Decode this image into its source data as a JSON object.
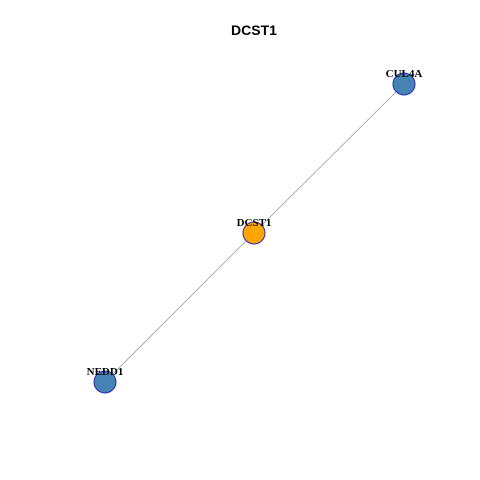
{
  "graph": {
    "title": "DCST1",
    "colors": {
      "center_node": "#FFA500",
      "neighbor_node": "#4682B4",
      "node_border": "#2B2BB8",
      "edge": "#A0A0A0",
      "background": "#FFFFFF"
    },
    "nodes": [
      {
        "id": "CUL4A",
        "label": "CUL4A",
        "role": "neighbor"
      },
      {
        "id": "DCST1",
        "label": "DCST1",
        "role": "center"
      },
      {
        "id": "NEDD1",
        "label": "NEDD1",
        "role": "neighbor"
      }
    ],
    "edges": [
      {
        "source": "CUL4A",
        "target": "DCST1"
      },
      {
        "source": "DCST1",
        "target": "NEDD1"
      }
    ]
  }
}
